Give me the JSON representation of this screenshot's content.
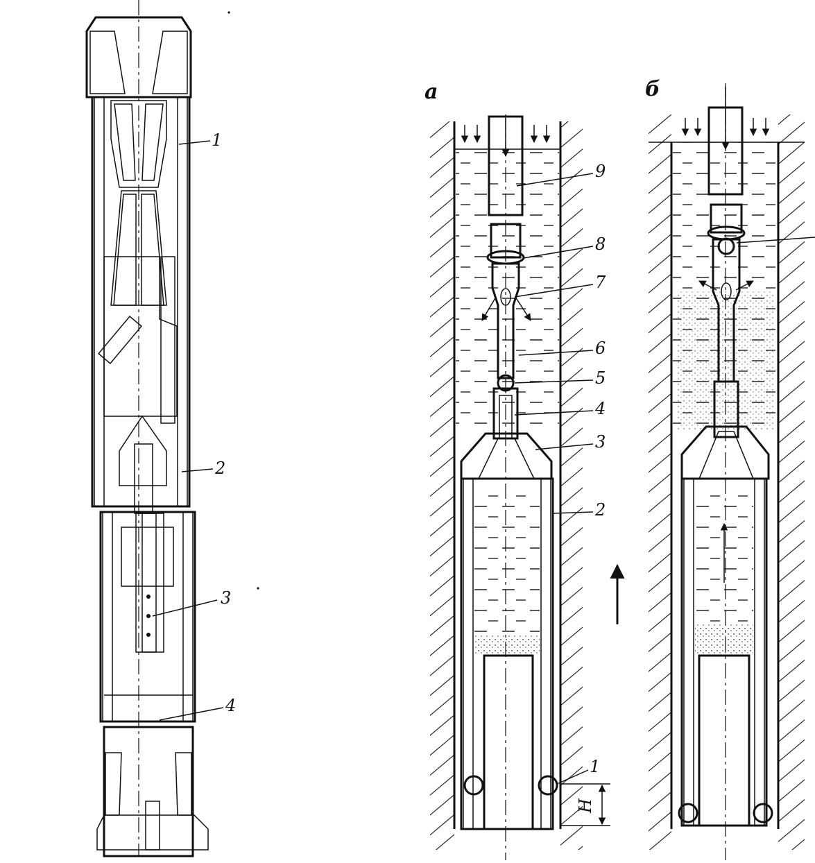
{
  "left_view": {
    "callouts": [
      "1",
      "2",
      "3",
      "4"
    ]
  },
  "panel_a": {
    "label": "а",
    "callouts": [
      "9",
      "8",
      "7",
      "6",
      "5",
      "4",
      "3",
      "2",
      "1"
    ],
    "dimension_label": "H"
  },
  "panel_b": {
    "label": "б"
  },
  "colors": {
    "line": "#111111",
    "paper": "#ffffff"
  }
}
